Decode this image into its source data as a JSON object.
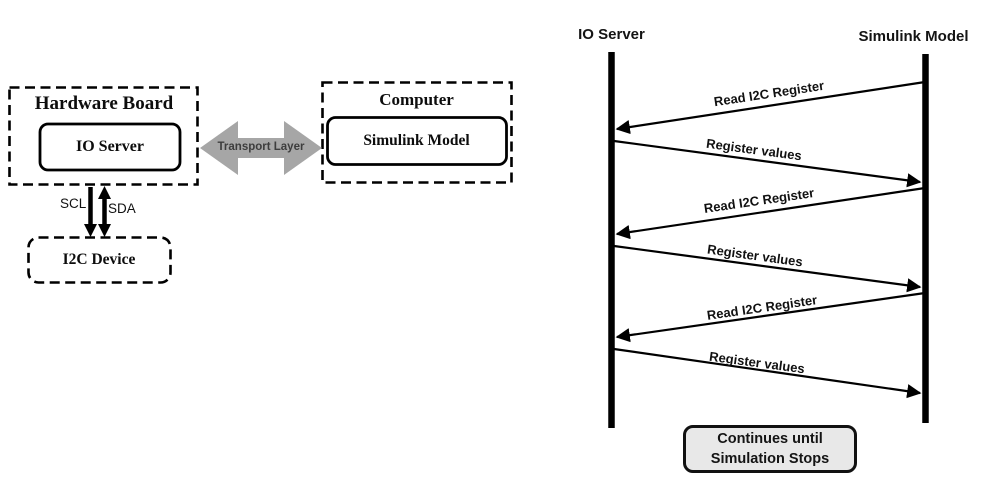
{
  "colors": {
    "line": "#000000",
    "transport_arrow_fill": "#a6a6a6",
    "transport_text": "#3d3d3d",
    "note_fill": "#e8e8e8",
    "background": "#ffffff"
  },
  "architecture": {
    "hardware_board": {
      "title": "Hardware Board",
      "inner_box": "IO Server"
    },
    "computer": {
      "title": "Computer",
      "inner_box": "Simulink Model"
    },
    "i2c_device": {
      "title": "I2C Device"
    },
    "transport_layer": {
      "label": "Transport Layer"
    },
    "bus_labels": {
      "scl": "SCL",
      "sda": "SDA"
    }
  },
  "sequence": {
    "lifelines": [
      {
        "label": "IO Server"
      },
      {
        "label": "Simulink Model"
      }
    ],
    "messages": [
      {
        "label": "Read  I2C Register",
        "from": "Simulink Model",
        "to": "IO Server"
      },
      {
        "label": "Register values",
        "from": "IO Server",
        "to": "Simulink Model"
      },
      {
        "label": "Read  I2C Register",
        "from": "Simulink Model",
        "to": "IO Server"
      },
      {
        "label": "Register values",
        "from": "IO Server",
        "to": "Simulink Model"
      },
      {
        "label": "Read  I2C Register",
        "from": "Simulink Model",
        "to": "IO Server"
      },
      {
        "label": "Register values",
        "from": "IO Server",
        "to": "Simulink Model"
      }
    ],
    "note": {
      "line1": "Continues until",
      "line2": "Simulation Stops"
    }
  }
}
